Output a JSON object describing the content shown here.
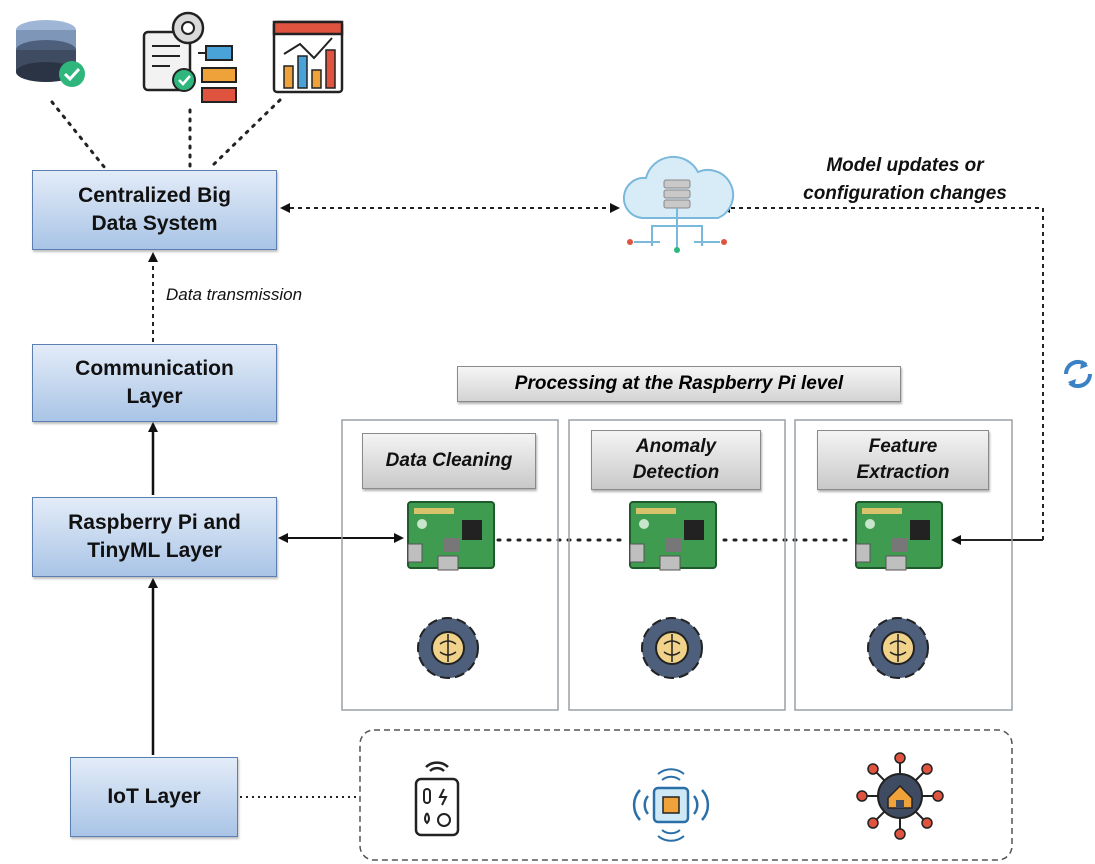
{
  "layers": {
    "big_data": "Centralized Big Data System",
    "communication": "Communication Layer",
    "raspberry": "Raspberry Pi and TinyML Layer",
    "iot": "IoT Layer"
  },
  "labels": {
    "data_transmission": "Data transmission",
    "model_updates_line1": "Model updates or",
    "model_updates_line2": "configuration changes",
    "processing_title": "Processing at the Raspberry Pi level"
  },
  "stages": [
    {
      "label": "Data Cleaning"
    },
    {
      "label": "Anomaly Detection"
    },
    {
      "label": "Feature Extraction"
    }
  ],
  "icons": {
    "top": [
      "database-check-icon",
      "workflow-settings-icon",
      "analytics-chart-icon"
    ],
    "cloud": "cloud-server-icon",
    "sync": "sync-icon",
    "board": "raspberry-pi-board-icon",
    "ai": "ai-gear-brain-icon",
    "iot_devices": [
      "smart-sensor-panel-icon",
      "wireless-chip-icon",
      "smart-home-network-icon"
    ]
  },
  "colors": {
    "layer_fill": "#a9c4e6",
    "layer_border": "#5b7fb0",
    "stage_fill": "#d0d0d0",
    "board_green": "#3e9b4f",
    "sync_blue": "#3b82c4"
  }
}
